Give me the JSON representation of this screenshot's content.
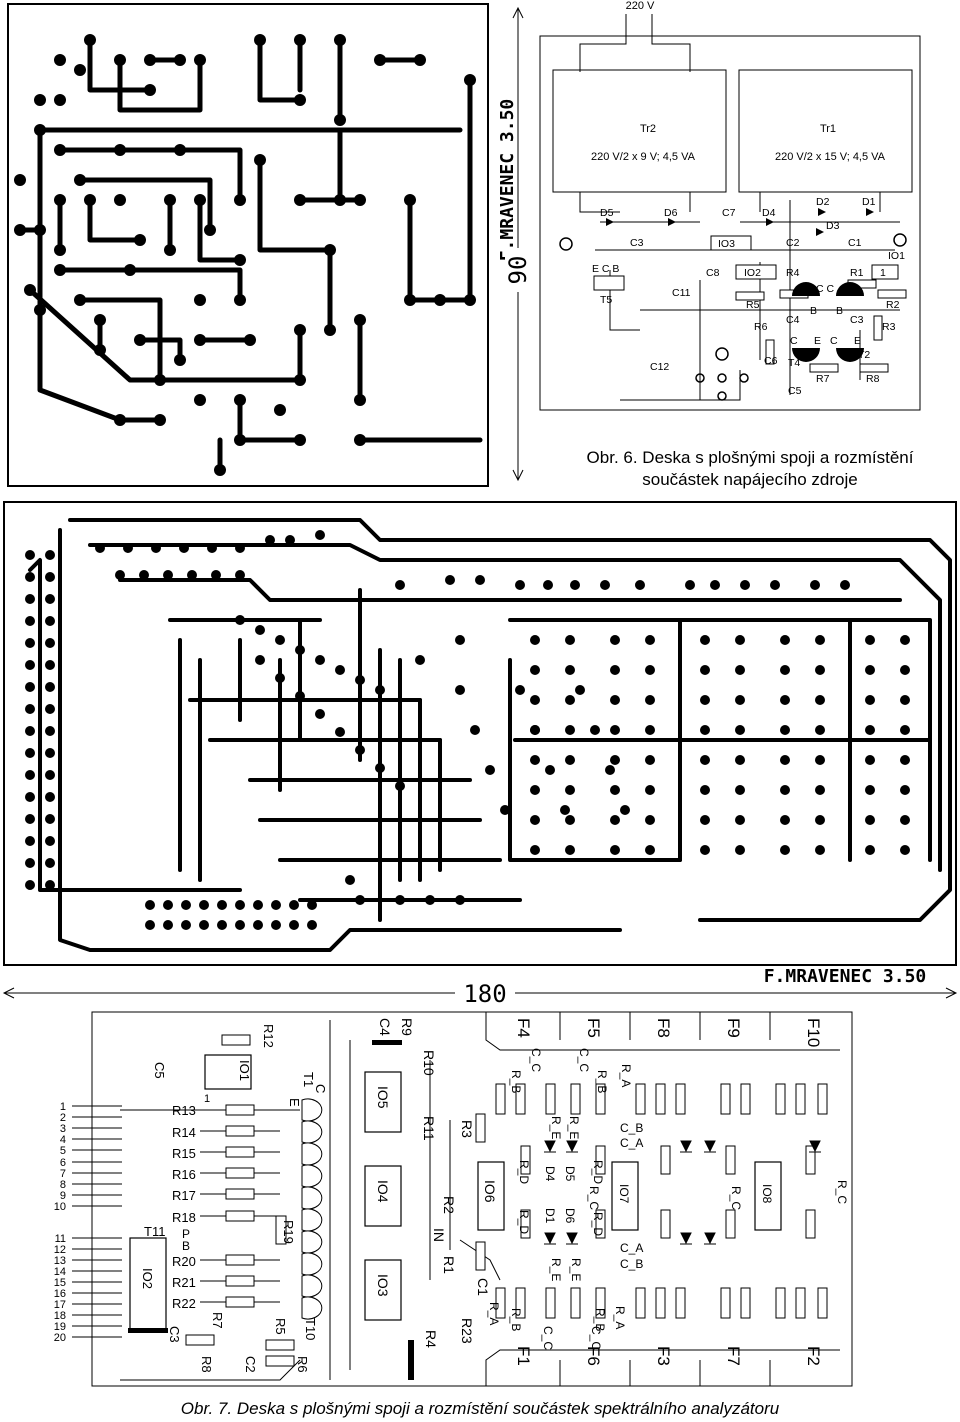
{
  "top_supply": {
    "mains_label": "220 V",
    "tr2": {
      "name": "Tr2",
      "spec": "220 V/2 x 9 V; 4,5 VA"
    },
    "tr1": {
      "name": "Tr1",
      "spec": "220 V/2 x 15 V; 4,5 VA"
    },
    "parts": [
      "D5",
      "D6",
      "C7",
      "D4",
      "D2",
      "D1",
      "D3",
      "C3",
      "IO3",
      "C2",
      "C1",
      "IO1",
      "E C B",
      "C8",
      "IO2",
      "R4",
      "R1",
      "1",
      "T5",
      "C11",
      "R5",
      "C C",
      "R2",
      "B",
      "B",
      "C4",
      "C3",
      "R6",
      "R3",
      "C",
      "E",
      "C",
      "E",
      "C12",
      "C6",
      "T4",
      "T2",
      "R7",
      "R8",
      "C5"
    ],
    "pcb_signature": "F.MRAVENEC 3.50",
    "dimension": "90",
    "caption_line1": "Obr. 6. Deska s plošnými spoji a rozmístění",
    "caption_line2": "součástek napájecího zdroje"
  },
  "analyzer": {
    "dimension": "180",
    "pcb_signature": "F.MRAVENEC 3.50",
    "pin_numbers": [
      "1",
      "2",
      "3",
      "4",
      "5",
      "6",
      "7",
      "8",
      "9",
      "10",
      "11",
      "12",
      "13",
      "14",
      "15",
      "16",
      "17",
      "18",
      "19",
      "20"
    ],
    "resistors_left": [
      "R13",
      "R14",
      "R15",
      "R16",
      "R17",
      "R18",
      "R20",
      "R21",
      "R22"
    ],
    "left_parts": [
      "C5",
      "R12",
      "IO1",
      "T11",
      "IO2",
      "C3",
      "R8",
      "R7",
      "C2",
      "R5",
      "R6",
      "R19",
      "T10",
      "T1",
      "C",
      "E",
      "P",
      "B",
      "1"
    ],
    "center_parts": [
      "C4",
      "R9",
      "R10",
      "IO5",
      "R11",
      "IO4",
      "IO3",
      "R3",
      "R2",
      "IN",
      "R1",
      "IO6",
      "C1",
      "R4",
      "R23"
    ],
    "filters_top": [
      "F4",
      "F5",
      "F8",
      "F9",
      "F10"
    ],
    "filters_bottom": [
      "F1",
      "F6",
      "F3",
      "F7",
      "F2"
    ],
    "filter_parts": [
      "C_C",
      "R_B",
      "R_A",
      "R_E",
      "R_D",
      "D4",
      "D5",
      "D1",
      "D6",
      "C_B",
      "C_A",
      "IO7",
      "IO8",
      "R_C"
    ],
    "caption": "Obr. 7. Deska s plošnými spoji a rozmístění součástek spektrálního analyzátoru"
  }
}
